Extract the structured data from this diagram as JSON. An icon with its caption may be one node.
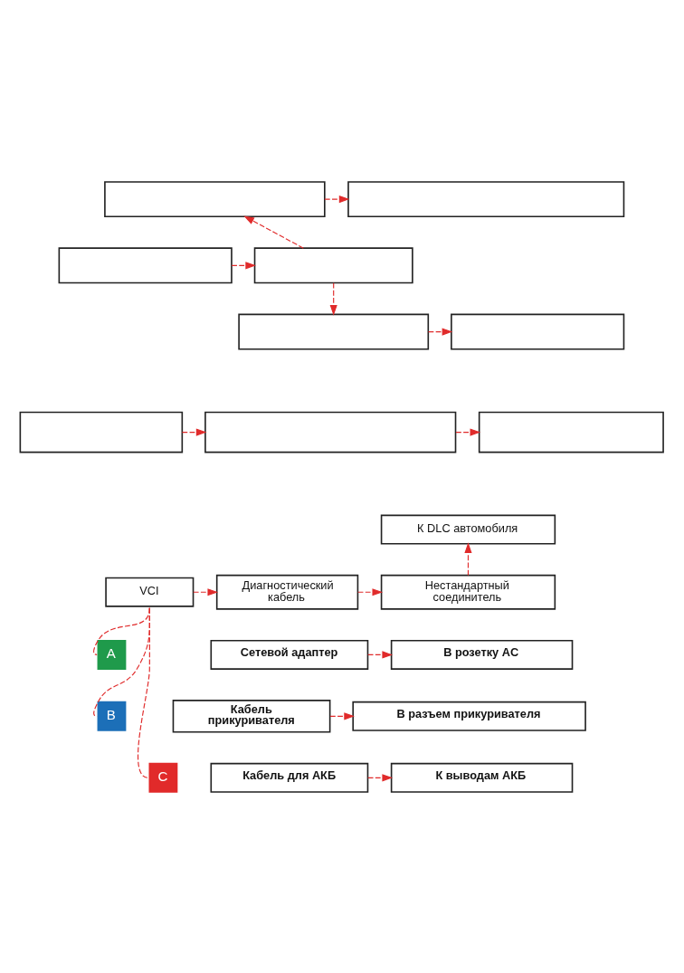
{
  "diagram": {
    "nodes": [
      {
        "text": [],
        "shape": "box"
      },
      {
        "text": [],
        "shape": "box"
      },
      {
        "text": [],
        "shape": "box"
      },
      {
        "text": [],
        "shape": "box"
      },
      {
        "text": [],
        "shape": "box"
      },
      {
        "text": [],
        "shape": "box"
      },
      {
        "text": [],
        "shape": "box"
      },
      {
        "text": [],
        "shape": "box"
      },
      {
        "text": [],
        "shape": "box"
      },
      {
        "text": [
          "К DLC автомобиля"
        ]
      },
      {
        "text": [
          "VCI"
        ]
      },
      {
        "text": [
          "Диагностический кабель"
        ]
      },
      {
        "text": [
          "Нестандартный соединитель"
        ]
      },
      {
        "text": [
          "A"
        ]
      },
      {
        "text": [
          "Сетевой адаптер"
        ]
      },
      {
        "text": [
          "В розетку AC"
        ]
      },
      {
        "text": [
          "B"
        ]
      },
      {
        "text": [
          "Кабель прикуривателя"
        ]
      },
      {
        "text": [
          "В разъем прикуривателя"
        ]
      },
      {
        "text": [
          "C"
        ]
      },
      {
        "text": [
          "Кабель для АКБ"
        ]
      },
      {
        "text": [
          "К выводам АКБ"
        ]
      }
    ],
    "edges": [
      {
        "from": 1,
        "to": 0,
        "arrow": "to",
        "style": "dashed",
        "color": "#e02b2b"
      },
      {
        "from": 2,
        "to": 3,
        "arrow": "to",
        "style": "dashed",
        "color": "#e02b2b"
      },
      {
        "from": 3,
        "to": 1,
        "arrow": "to",
        "style": "dashed",
        "color": "#e02b2b"
      },
      {
        "from": 3,
        "to": 5,
        "arrow": "to",
        "style": "dashed",
        "color": "#e02b2b"
      },
      {
        "from": 5,
        "to": 4,
        "arrow": "to",
        "style": "dashed",
        "color": "#e02b2b"
      },
      {
        "from": 6,
        "to": 7,
        "arrow": "to",
        "style": "dashed",
        "color": "#e02b2b"
      },
      {
        "from": 7,
        "to": 8,
        "arrow": "to",
        "style": "dashed",
        "color": "#e02b2b"
      },
      {
        "from": 10,
        "to": 11,
        "arrow": "to",
        "style": "dashed",
        "color": "#e02b2b"
      },
      {
        "from": 11,
        "to": 12,
        "arrow": "to",
        "style": "dashed",
        "color": "#e02b2b"
      },
      {
        "from": 12,
        "to": 9,
        "arrow": "to",
        "style": "dashed",
        "color": "#e02b2b"
      },
      {
        "from": 10,
        "to": 13,
        "arrow": "none",
        "style": "dashed",
        "color": "#e02b2b"
      },
      {
        "from": 10,
        "to": 16,
        "arrow": "none",
        "style": "dashed",
        "color": "#e02b2b"
      },
      {
        "from": 10,
        "to": 19,
        "arrow": "none",
        "style": "dashed",
        "color": "#e02b2b"
      },
      {
        "from": 14,
        "to": 15,
        "arrow": "to",
        "style": "dashed",
        "color": "#e02b2b"
      },
      {
        "from": 17,
        "to": 18,
        "arrow": "to",
        "style": "dashed",
        "color": "#e02b2b"
      },
      {
        "from": 20,
        "to": 21,
        "arrow": "to",
        "style": "dashed",
        "color": "#e02b2b"
      }
    ]
  }
}
